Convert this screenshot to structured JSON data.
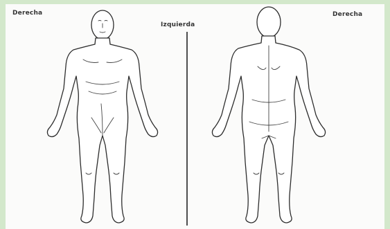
{
  "labels": {
    "front_side": "Derecha",
    "middle": "Izquierda",
    "back_side": "Derecha"
  },
  "colors": {
    "background_border": "#d3e8cb",
    "panel": "#fbfbfa",
    "outline": "#2c2c2c"
  }
}
